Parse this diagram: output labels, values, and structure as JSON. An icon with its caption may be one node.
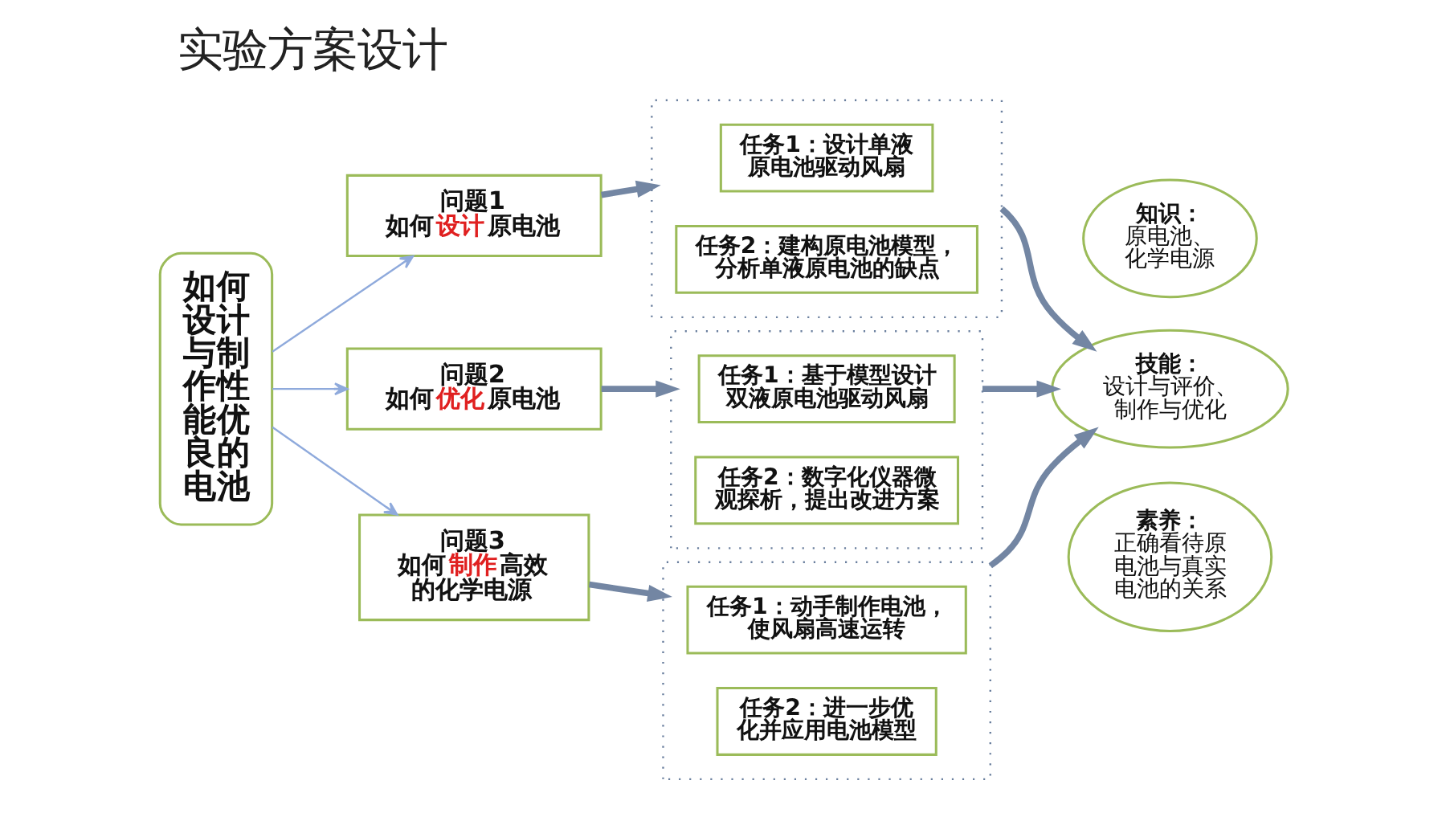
{
  "diagram": {
    "title": "实验方案设计",
    "nodes": [
      {
        "text": [
          "如何设计与制作性能优良的电池"
        ]
      },
      {
        "text": [
          "问题1",
          "如何**设计**原电池"
        ]
      },
      {
        "text": [
          "问题2",
          "如何**优化**原电池"
        ]
      },
      {
        "text": [
          "问题3",
          "如何**制作**高效的化学电源"
        ]
      },
      {
        "text": [],
        "shape": "box"
      },
      {
        "text": [
          "任务1：设计单液原电池驱动风扇"
        ],
        "in": 4
      },
      {
        "text": [
          "任务2：建构原电池模型，分析单液原电池的缺点"
        ],
        "in": 4
      },
      {
        "text": [],
        "shape": "box"
      },
      {
        "text": [
          "任务1：基于模型设计双液原电池驱动风扇"
        ],
        "in": 7
      },
      {
        "text": [
          "任务2：数字化仪器微观探析，提出改进方案"
        ],
        "in": 7
      },
      {
        "text": [],
        "shape": "box"
      },
      {
        "text": [
          "任务1：动手制作电池，使风扇高速运转"
        ],
        "in": 10
      },
      {
        "text": [
          "任务2：进一步优化并应用电池模型"
        ],
        "in": 10
      },
      {
        "text": [
          "知识：",
          "原电池、化学电源"
        ]
      },
      {
        "text": [
          "技能：",
          "设计与评价、制作与优化"
        ]
      },
      {
        "text": [
          "素养：",
          "正确看待原电池与真实电池的关系"
        ]
      }
    ],
    "edges": [
      {
        "from": 0,
        "to": 1,
        "arrow": "to",
        "color": "#8faadc"
      },
      {
        "from": 0,
        "to": 2,
        "arrow": "to",
        "color": "#8faadc"
      },
      {
        "from": 0,
        "to": 3,
        "arrow": "to",
        "color": "#8faadc"
      },
      {
        "from": 1,
        "to": 4,
        "arrow": "to"
      },
      {
        "from": 2,
        "to": 7,
        "arrow": "to"
      },
      {
        "from": 3,
        "to": 10,
        "arrow": "to"
      },
      {
        "from": 4,
        "to": 14,
        "arrow": "to"
      },
      {
        "from": 7,
        "to": 14,
        "arrow": "to"
      },
      {
        "from": 10,
        "to": 14,
        "arrow": "to"
      }
    ]
  }
}
